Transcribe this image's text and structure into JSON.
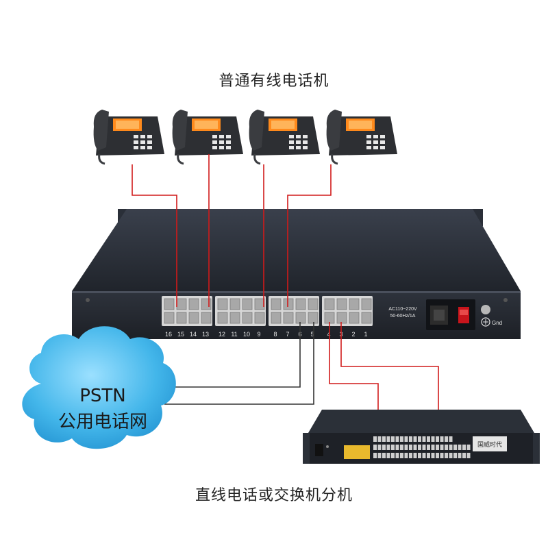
{
  "labels": {
    "top": "普通有线电话机",
    "bottom": "直线电话或交换机分机",
    "cloud_line1": "PSTN",
    "cloud_line2": "公用电话网"
  },
  "device": {
    "port_numbers": [
      "16",
      "15",
      "14",
      "13",
      "12",
      "11",
      "10",
      "9",
      "8",
      "7",
      "6",
      "5",
      "4",
      "3",
      "2",
      "1"
    ],
    "power_spec_line1": "AC110~220V",
    "power_spec_line2": "50-60Hz/1A",
    "ground_label": "Gnd"
  },
  "patch_panel": {
    "brand": "国威时代"
  },
  "colors": {
    "wire_red": "#d11a1a",
    "wire_black": "#333333",
    "cloud": "#3fb0e6",
    "device_body": "#2a2f38"
  }
}
